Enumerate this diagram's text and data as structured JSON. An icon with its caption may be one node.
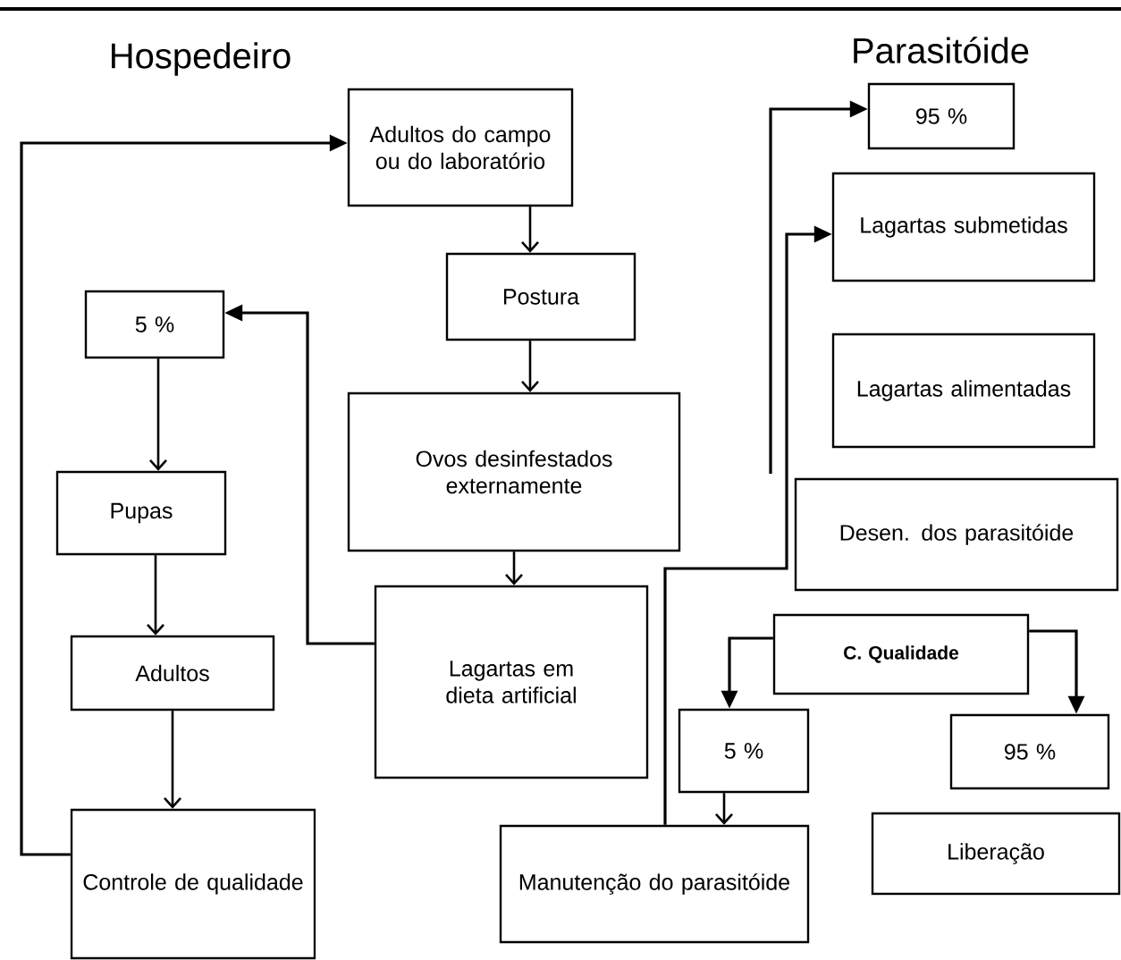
{
  "diagram": {
    "nodes": [
      {
        "text": [
          "Adultos do campo ou do laboratório"
        ]
      },
      {
        "text": [
          "Postura"
        ]
      },
      {
        "text": [
          "Ovos desinfestados externamente"
        ]
      },
      {
        "text": [
          "Lagartas em dieta artificial"
        ]
      },
      {
        "text": [
          "5 %"
        ]
      },
      {
        "text": [
          "Pupas"
        ]
      },
      {
        "text": [
          "Adultos"
        ]
      },
      {
        "text": [
          "Controle de qualidade"
        ]
      },
      {
        "text": [
          "95 %"
        ]
      },
      {
        "text": [
          "Lagartas submetidas"
        ]
      },
      {
        "text": [
          "Lagartas alimentadas"
        ]
      },
      {
        "text": [
          "Desen. dos parasitóide"
        ]
      },
      {
        "text": [
          "**C. Qualidade**"
        ]
      },
      {
        "text": [
          "5 %"
        ]
      },
      {
        "text": [
          "95 %"
        ]
      },
      {
        "text": [
          "Manutenção do parasitóide"
        ]
      },
      {
        "text": [
          "Liberação"
        ]
      }
    ],
    "edges": [
      {
        "from": 0,
        "to": 1,
        "arrow": "to"
      },
      {
        "from": 1,
        "to": 2,
        "arrow": "to"
      },
      {
        "from": 2,
        "to": 3,
        "arrow": "to"
      },
      {
        "from": 3,
        "to": 4,
        "arrow": "to"
      },
      {
        "from": 4,
        "to": 5,
        "arrow": "to"
      },
      {
        "from": 5,
        "to": 6,
        "arrow": "to"
      },
      {
        "from": 6,
        "to": 7,
        "arrow": "to"
      },
      {
        "from": 7,
        "to": 0,
        "arrow": "to"
      },
      {
        "from": null,
        "to": 8,
        "arrow": "to"
      },
      {
        "from": 15,
        "to": 9,
        "arrow": "to"
      },
      {
        "from": 12,
        "to": 13,
        "arrow": "to"
      },
      {
        "from": 12,
        "to": 14,
        "arrow": "to"
      },
      {
        "from": 13,
        "to": 15,
        "arrow": "to"
      }
    ],
    "labels": [
      "Hospedeiro",
      "Parasitóide"
    ]
  }
}
